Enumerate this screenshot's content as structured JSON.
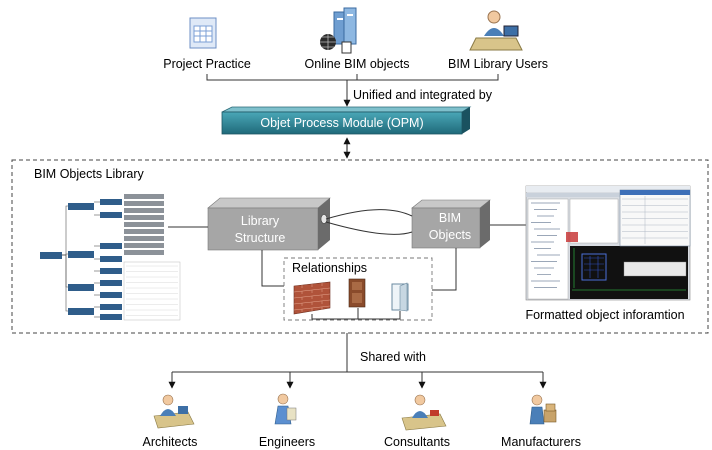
{
  "top_sources": [
    {
      "label": "Project Practice",
      "icon": "spreadsheet-icon"
    },
    {
      "label": "Online BIM objects",
      "icon": "server-globe-icon"
    },
    {
      "label": "BIM Library Users",
      "icon": "user-desk-icon"
    }
  ],
  "integration_label": "Unified and integrated by",
  "opm_label": "Objet Process Module (OPM)",
  "library": {
    "title": "BIM Objects Library",
    "structure_label_line1": "Library",
    "structure_label_line2": "Structure",
    "objects_label_line1": "BIM",
    "objects_label_line2": "Objects",
    "relationships_label": "Relationships",
    "formatted_info_label": "Formatted object inforamtion"
  },
  "shared_label": "Shared with",
  "stakeholders": [
    {
      "label": "Architects",
      "icon": "architect-icon"
    },
    {
      "label": "Engineers",
      "icon": "engineer-icon"
    },
    {
      "label": "Consultants",
      "icon": "consultant-icon"
    },
    {
      "label": "Manufacturers",
      "icon": "manufacturer-icon"
    }
  ],
  "colors": {
    "opm_fill": "#2f8596",
    "box_gray": "#a6a6a6",
    "brick": "#b0533a",
    "door": "#8a4b2b",
    "tree_blue": "#2f5d8a",
    "cad_bg": "#111111"
  }
}
